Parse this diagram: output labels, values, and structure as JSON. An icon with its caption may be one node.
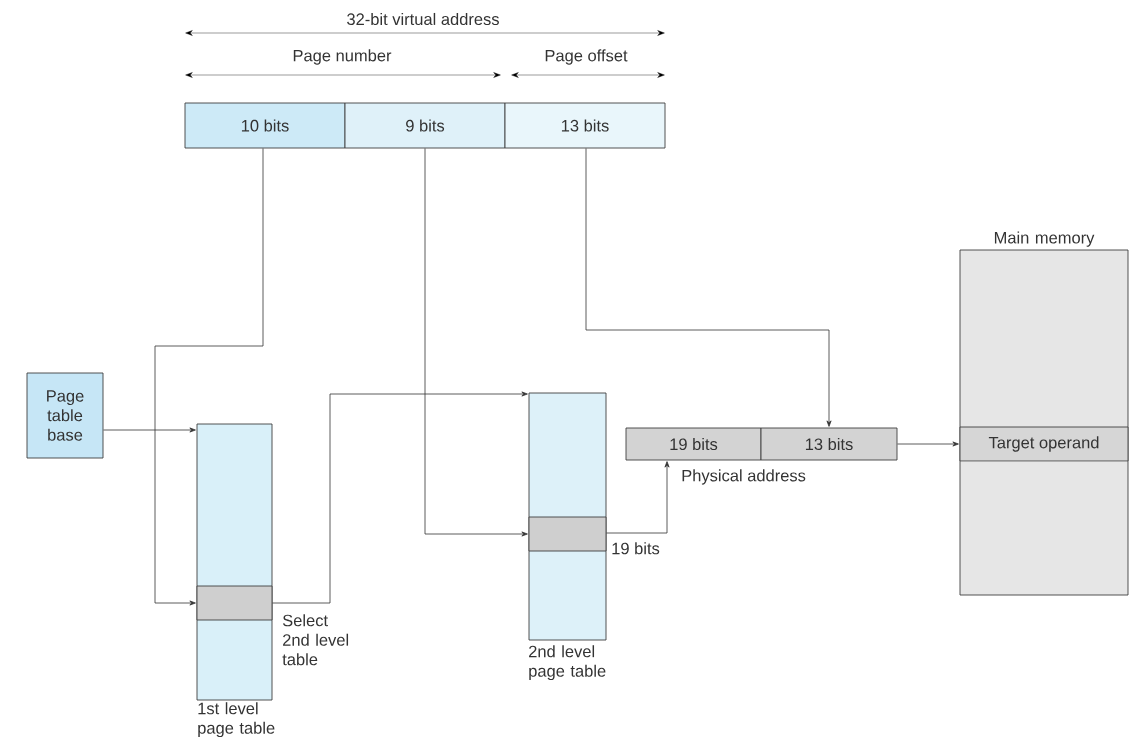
{
  "diagram": {
    "nodes": [
      {
        "text": [
          "10 bits"
        ]
      },
      {
        "text": [
          "9 bits"
        ]
      },
      {
        "text": [
          "13 bits"
        ]
      },
      {
        "text": [
          "Page table base"
        ]
      },
      {
        "text": [],
        "shape": "box",
        "beside": [
          "1st level page table"
        ]
      },
      {
        "text": [],
        "shape": "box",
        "in": 4,
        "beside": [
          "Select 2nd level table"
        ]
      },
      {
        "text": [],
        "shape": "box",
        "beside": [
          "2nd level page table"
        ]
      },
      {
        "text": [],
        "shape": "box",
        "in": 6
      },
      {
        "text": [
          "19 bits"
        ]
      },
      {
        "text": [
          "13 bits"
        ]
      },
      {
        "text": [],
        "shape": "box",
        "beside": [
          "Main memory"
        ]
      },
      {
        "text": [
          "Target operand"
        ],
        "in": 10
      }
    ],
    "edges": [
      {
        "from": 0,
        "to": 5,
        "arrow": "to"
      },
      {
        "from": 1,
        "to": 7,
        "arrow": "to"
      },
      {
        "from": 2,
        "to": 9,
        "arrow": "to"
      },
      {
        "from": 3,
        "to": 4,
        "arrow": "to"
      },
      {
        "from": 5,
        "to": 6,
        "arrow": "to"
      },
      {
        "from": 7,
        "to": 8,
        "arrow": "to",
        "label": "19 bits"
      },
      {
        "from": 9,
        "to": 11,
        "arrow": "to"
      }
    ],
    "labels": [
      "32-bit virtual address",
      "Page number",
      "Page offset",
      "Physical address"
    ]
  }
}
